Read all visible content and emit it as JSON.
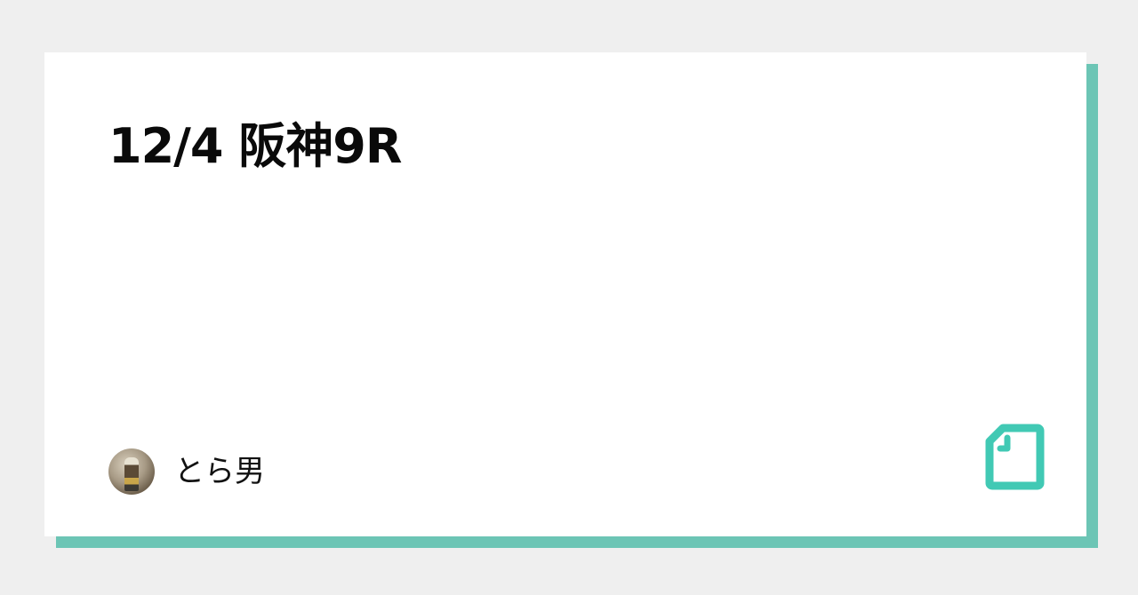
{
  "card": {
    "title": "12/4 阪神9R",
    "author": {
      "name": "とら男",
      "avatar_icon": "avatar-image"
    },
    "brand_icon": "note-document-icon"
  },
  "colors": {
    "background": "#efefef",
    "card": "#ffffff",
    "shadow_accent": "#6cc5b5",
    "icon_accent": "#41c9b4"
  }
}
